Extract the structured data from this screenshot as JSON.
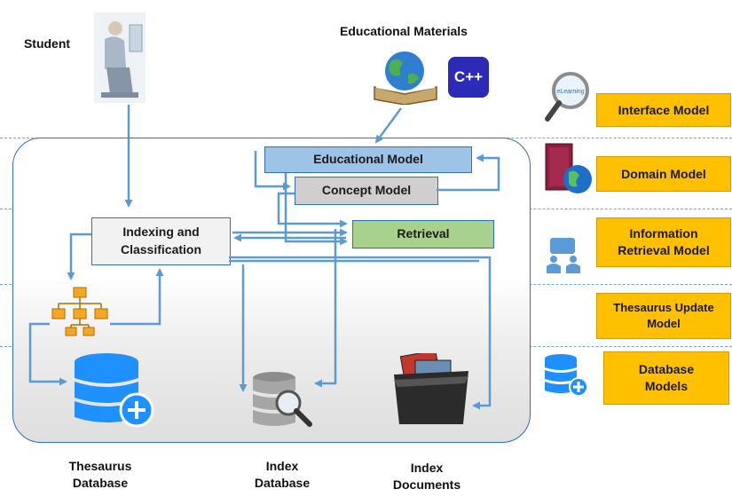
{
  "actors": {
    "student": "Student",
    "educational_materials": "Educational Materials",
    "cpp_badge": "C++"
  },
  "system": {
    "educational_model": "Educational Model",
    "concept_model": "Concept Model",
    "indexing_line1": "Indexing and",
    "indexing_line2": "Classification",
    "retrieval": "Retrieval"
  },
  "storage": {
    "thesaurus_line1": "Thesaurus",
    "thesaurus_line2": "Database",
    "index_db_line1": "Index",
    "index_db_line2": "Database",
    "index_docs_line1": "Index",
    "index_docs_line2": "Documents"
  },
  "layers": {
    "interface": "Interface Model",
    "domain": "Domain Model",
    "ir_line1": "Information",
    "ir_line2": "Retrieval Model",
    "thesaurus_line1": "Thesaurus Update",
    "thesaurus_line2": "Model",
    "db_line1": "Database",
    "db_line2": "Models"
  },
  "icons": {
    "magnifier_text": "eLearning"
  },
  "colors": {
    "accent_blue": "#5b9bd5",
    "layer_box": "#ffc000",
    "educational_model": "#9dc3e6",
    "concept_model": "#d0cece",
    "retrieval": "#a9d18e",
    "indexing": "#f2f2f2"
  }
}
